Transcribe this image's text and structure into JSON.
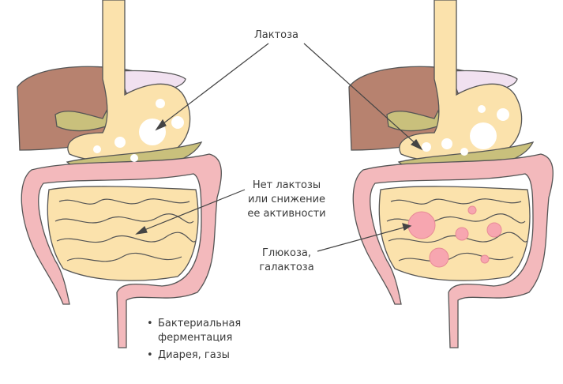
{
  "labels": {
    "lactose": "Лактоза",
    "no_lactase": [
      "Нет лактозы",
      "или снижение",
      "ее активности"
    ],
    "products": [
      "Глюкоза,",
      "галактоза"
    ]
  },
  "effects": [
    "Бактериальная ферментация",
    "Диарея, газы"
  ],
  "colors": {
    "liver": "#b7826f",
    "stomach": "#fbe2ac",
    "gallbladder": "#c9c07c",
    "pancreas": "#f1e1f0",
    "colon": "#f3b9bc",
    "glucose": "#f7a6b0",
    "outline": "#555555"
  }
}
